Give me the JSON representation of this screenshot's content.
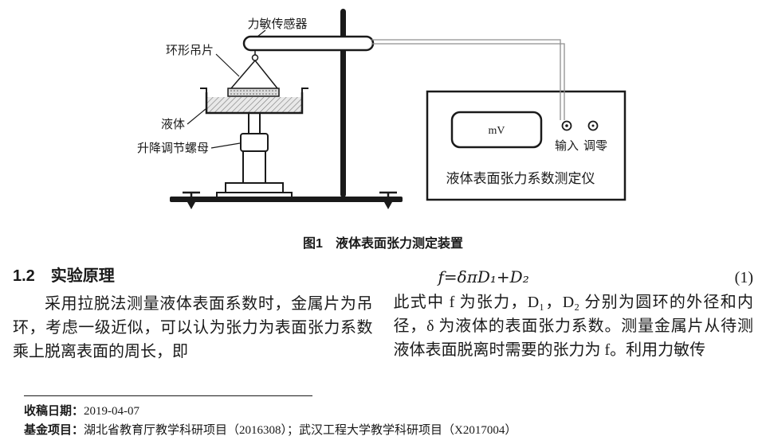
{
  "figure": {
    "labels": {
      "sensor": "力敏传感器",
      "ring": "环形吊片",
      "liquid": "液体",
      "nut": "升降调节螺母",
      "display": "mV",
      "input": "输入",
      "zero": "调零",
      "instrument": "液体表面张力系数测定仪"
    },
    "caption": "图1　液体表面张力测定装置"
  },
  "content": {
    "section_heading": "1.2　实验原理",
    "left_paragraph": "采用拉脱法测量液体表面系数时，金属片为吊环，考虑一级近似，可以认为张力为表面张力系数乘上脱离表面的周长，即",
    "formula": "f=δπD₁+D₂",
    "formula_number": "(1)",
    "right_paragraph": "此式中 f 为张力，D₁，D₂ 分别为圆环的外径和内径，δ 为液体的表面张力系数。测量金属片从待测液体表面脱离时需要的张力为 f。利用力敏传"
  },
  "footer": {
    "received_label": "收稿日期：",
    "received_value": "2019-04-07",
    "fund_label": "基金项目：",
    "fund_value": "湖北省教育厅教学科研项目（2016308）；武汉工程大学教学科研项目（X2017004）"
  }
}
